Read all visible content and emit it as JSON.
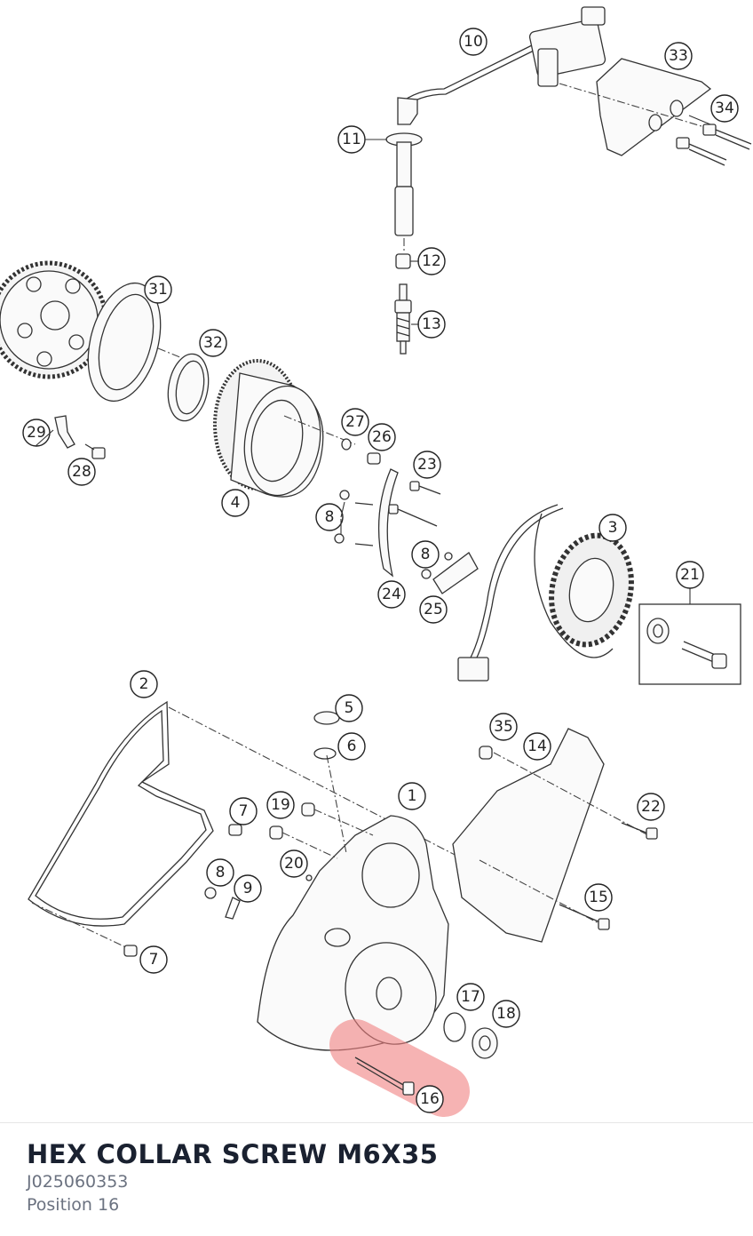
{
  "diagram": {
    "callouts": [
      {
        "label": "10"
      },
      {
        "label": "33"
      },
      {
        "label": "34"
      },
      {
        "label": "11"
      },
      {
        "label": "12"
      },
      {
        "label": "13"
      },
      {
        "label": "31"
      },
      {
        "label": "32"
      },
      {
        "label": "27"
      },
      {
        "label": "26"
      },
      {
        "label": "29"
      },
      {
        "label": "28"
      },
      {
        "label": "23"
      },
      {
        "label": "3"
      },
      {
        "label": "4"
      },
      {
        "label": "8"
      },
      {
        "label": "8"
      },
      {
        "label": "21"
      },
      {
        "label": "24"
      },
      {
        "label": "25"
      },
      {
        "label": "2"
      },
      {
        "label": "5"
      },
      {
        "label": "6"
      },
      {
        "label": "35"
      },
      {
        "label": "14"
      },
      {
        "label": "1"
      },
      {
        "label": "7"
      },
      {
        "label": "19"
      },
      {
        "label": "22"
      },
      {
        "label": "20"
      },
      {
        "label": "8"
      },
      {
        "label": "9"
      },
      {
        "label": "15"
      },
      {
        "label": "7"
      },
      {
        "label": "17"
      },
      {
        "label": "18"
      },
      {
        "label": "16"
      }
    ],
    "highlight": {
      "label": "16",
      "color": "#f08080"
    }
  },
  "part": {
    "title": "HEX COLLAR SCREW M6X35",
    "number": "J025060353",
    "position": "Position 16"
  }
}
